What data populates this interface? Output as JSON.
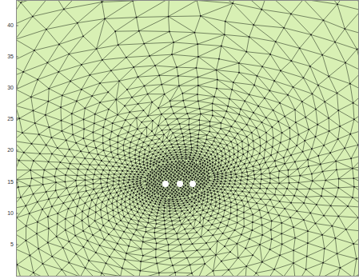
{
  "diagram": {
    "labels": [
      "40",
      "35",
      "30",
      "25",
      "20",
      "15",
      "10",
      "5"
    ]
  }
}
